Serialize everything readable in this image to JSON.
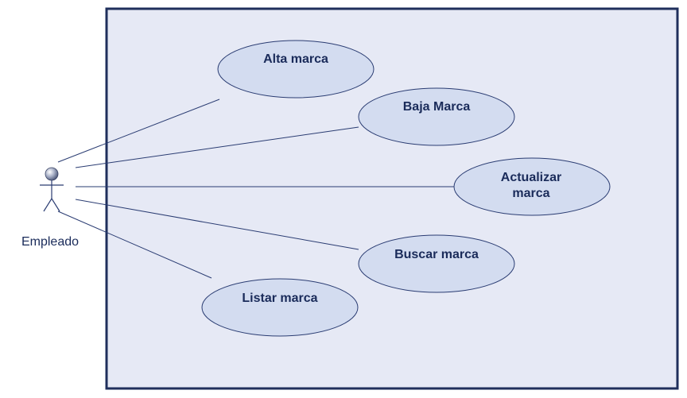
{
  "actor": {
    "name": "Empleado"
  },
  "use_cases": [
    {
      "id": "alta",
      "lines": [
        "Alta marca"
      ]
    },
    {
      "id": "baja",
      "lines": [
        "Baja Marca"
      ]
    },
    {
      "id": "actualizar",
      "lines": [
        "Actualizar",
        "marca"
      ]
    },
    {
      "id": "buscar",
      "lines": [
        "Buscar marca"
      ]
    },
    {
      "id": "listar",
      "lines": [
        "Listar marca"
      ]
    }
  ],
  "colors": {
    "system_fill": "#e6e9f5",
    "system_border": "#1f2f5c",
    "usecase_fill": "#d3dcf0",
    "usecase_border": "#2a3c72",
    "line": "#2a3c72",
    "text": "#1a2b5a"
  }
}
